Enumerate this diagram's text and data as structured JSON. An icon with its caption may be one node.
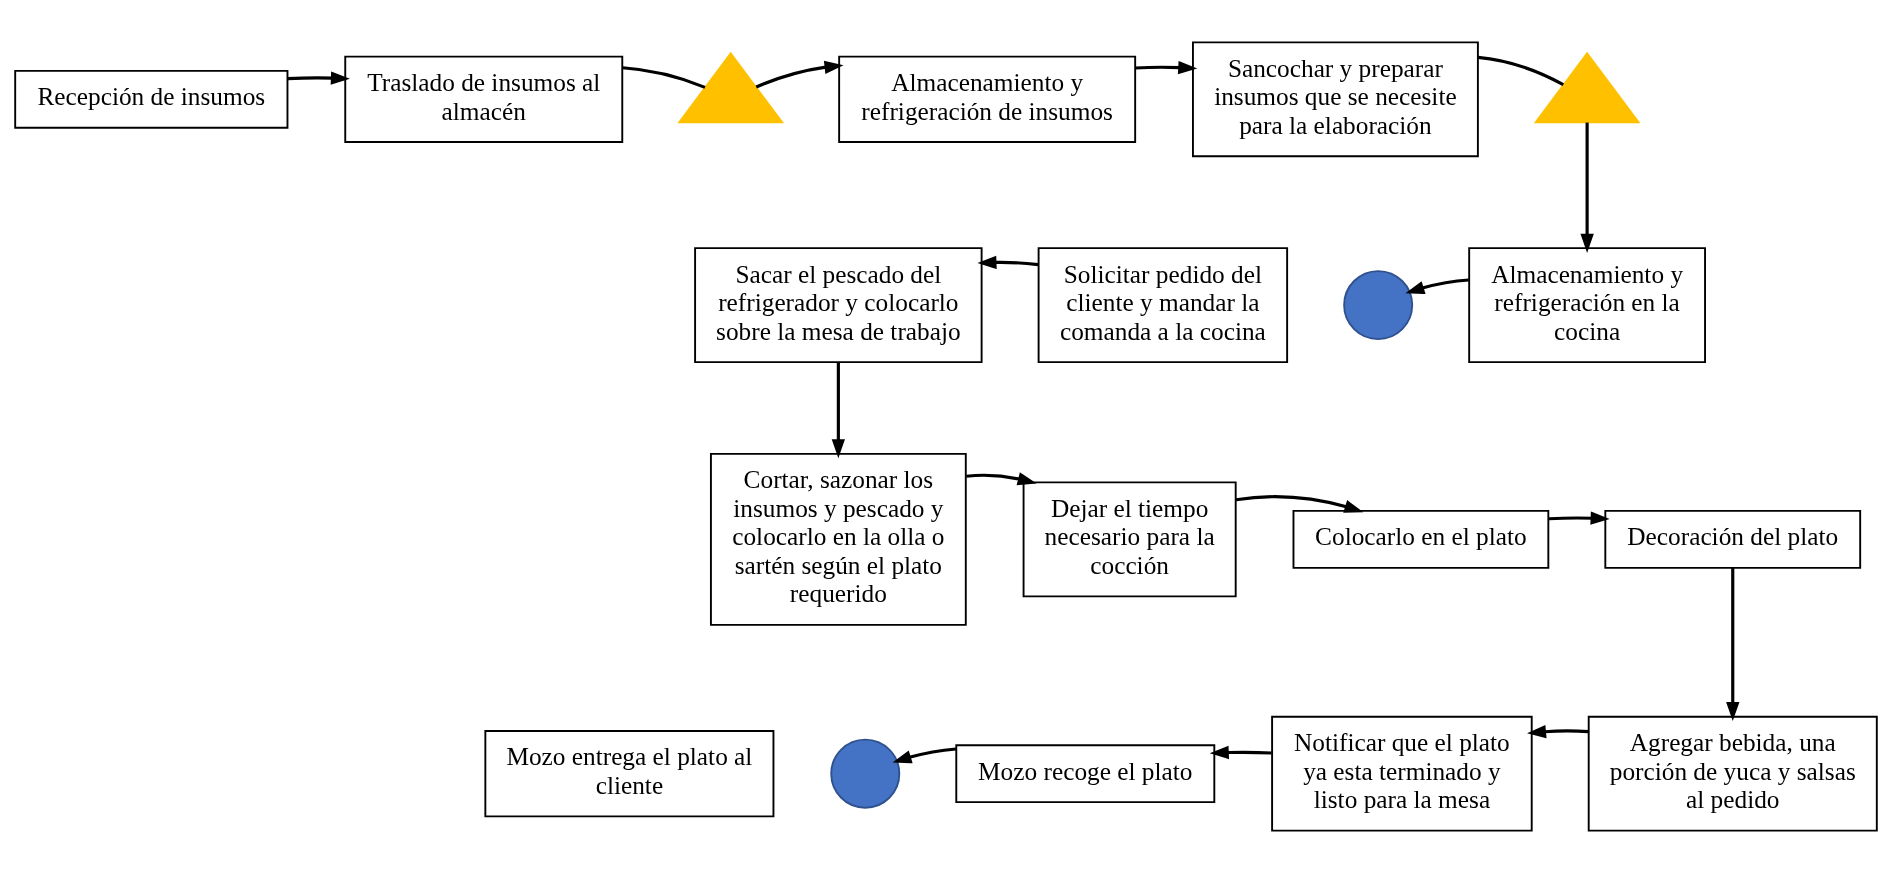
{
  "diagram": {
    "nodes": [
      {
        "text": [
          "Recepción de insumos"
        ]
      },
      {
        "text": [
          "Traslado de insumos al almacén"
        ]
      },
      {
        "text": [],
        "shape": "triangle"
      },
      {
        "text": [
          "Almacenamiento y refrigeración de insumos"
        ]
      },
      {
        "text": [
          "Sancochar y preparar insumos que se necesite para la elaboración"
        ]
      },
      {
        "text": [],
        "shape": "triangle"
      },
      {
        "text": [
          "Almacenamiento y refrigeración en la cocina"
        ]
      },
      {
        "text": [],
        "shape": "circle"
      },
      {
        "text": [
          "Solicitar pedido del cliente y mandar la comanda a la cocina"
        ]
      },
      {
        "text": [
          "Sacar el pescado del refrigerador y colocarlo sobre la mesa de trabajo"
        ]
      },
      {
        "text": [
          "Cortar, sazonar los insumos y pescado y colocarlo en la olla o sartén según el plato requerido"
        ]
      },
      {
        "text": [
          "Dejar el tiempo necesario para la cocción"
        ]
      },
      {
        "text": [
          "Colocarlo en el plato"
        ]
      },
      {
        "text": [
          "Decoración del plato"
        ]
      },
      {
        "text": [
          "Agregar bebida, una porción de yuca y salsas al pedido"
        ]
      },
      {
        "text": [
          "Notificar que el plato ya esta terminado y listo para la mesa"
        ]
      },
      {
        "text": [
          "Mozo recoge el plato"
        ]
      },
      {
        "text": [],
        "shape": "circle"
      },
      {
        "text": [
          "Mozo entrega el plato al cliente"
        ]
      }
    ],
    "edges": [
      {
        "from": 0,
        "to": 1,
        "arrow": "to"
      },
      {
        "from": 1,
        "to": 2,
        "arrow": "none"
      },
      {
        "from": 2,
        "to": 3,
        "arrow": "to"
      },
      {
        "from": 3,
        "to": 4,
        "arrow": "to"
      },
      {
        "from": 4,
        "to": 5,
        "arrow": "none"
      },
      {
        "from": 5,
        "to": 6,
        "arrow": "to"
      },
      {
        "from": 6,
        "to": 7,
        "arrow": "to"
      },
      {
        "from": 8,
        "to": 9,
        "arrow": "to"
      },
      {
        "from": 9,
        "to": 10,
        "arrow": "to"
      },
      {
        "from": 10,
        "to": 11,
        "arrow": "to"
      },
      {
        "from": 11,
        "to": 12,
        "arrow": "to"
      },
      {
        "from": 12,
        "to": 13,
        "arrow": "to"
      },
      {
        "from": 13,
        "to": 14,
        "arrow": "to"
      },
      {
        "from": 14,
        "to": 15,
        "arrow": "to"
      },
      {
        "from": 15,
        "to": 16,
        "arrow": "to"
      },
      {
        "from": 16,
        "to": 17,
        "arrow": "to"
      }
    ]
  }
}
